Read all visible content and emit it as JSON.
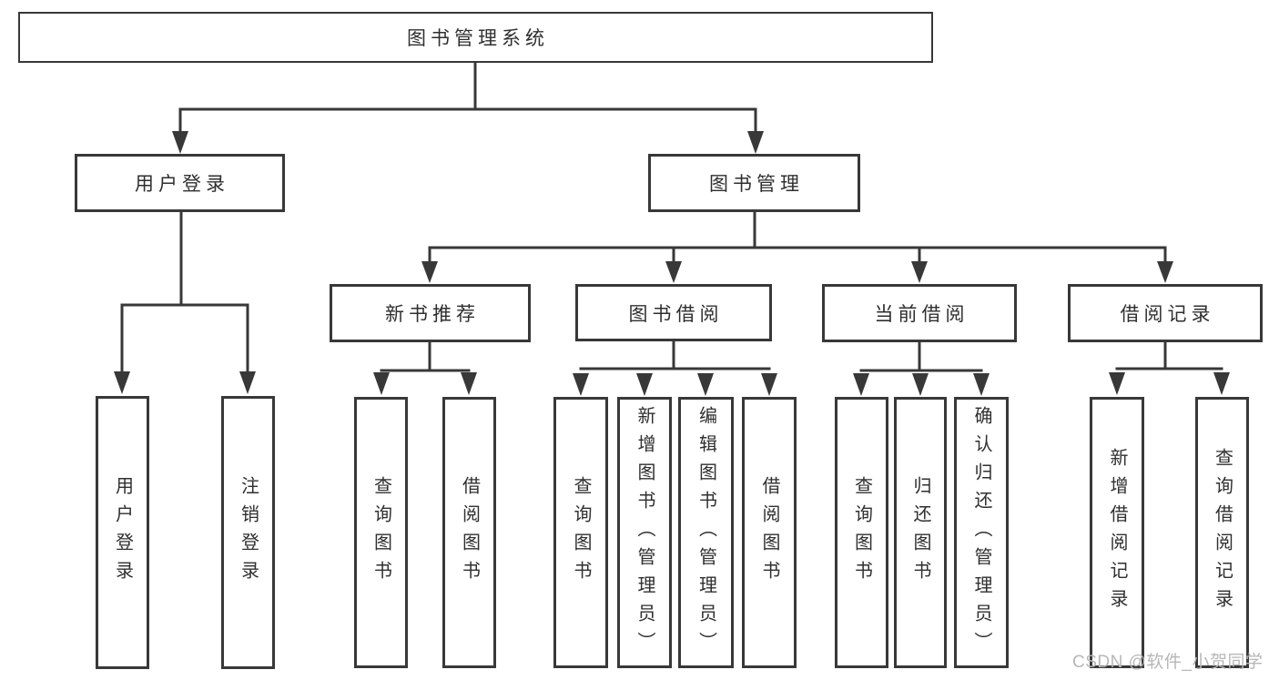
{
  "diagram": {
    "type": "hierarchy-diagram",
    "root": {
      "label": "图书管理系统"
    },
    "branches": [
      {
        "label": "用户登录",
        "children": [
          {
            "label": "用户登录"
          },
          {
            "label": "注销登录"
          }
        ]
      },
      {
        "label": "图书管理",
        "children": [
          {
            "label": "新书推荐",
            "children": [
              {
                "label": "查询图书"
              },
              {
                "label": "借阅图书"
              }
            ]
          },
          {
            "label": "图书借阅",
            "children": [
              {
                "label": "查询图书"
              },
              {
                "label": "新增图书（管理员）"
              },
              {
                "label": "编辑图书（管理员）"
              },
              {
                "label": "借阅图书"
              }
            ]
          },
          {
            "label": "当前借阅",
            "children": [
              {
                "label": "查询图书"
              },
              {
                "label": "归还图书"
              },
              {
                "label": "确认归还（管理员）"
              }
            ]
          },
          {
            "label": "借阅记录",
            "children": [
              {
                "label": "新增借阅记录"
              },
              {
                "label": "查询借阅记录"
              }
            ]
          }
        ]
      }
    ],
    "colors": {
      "line": "#383838",
      "text": "#2f2f2f",
      "box_background": "#ffffff"
    }
  },
  "watermark": {
    "text": "CSDN @软件_小贺同学",
    "color": "#b7b7b7"
  }
}
